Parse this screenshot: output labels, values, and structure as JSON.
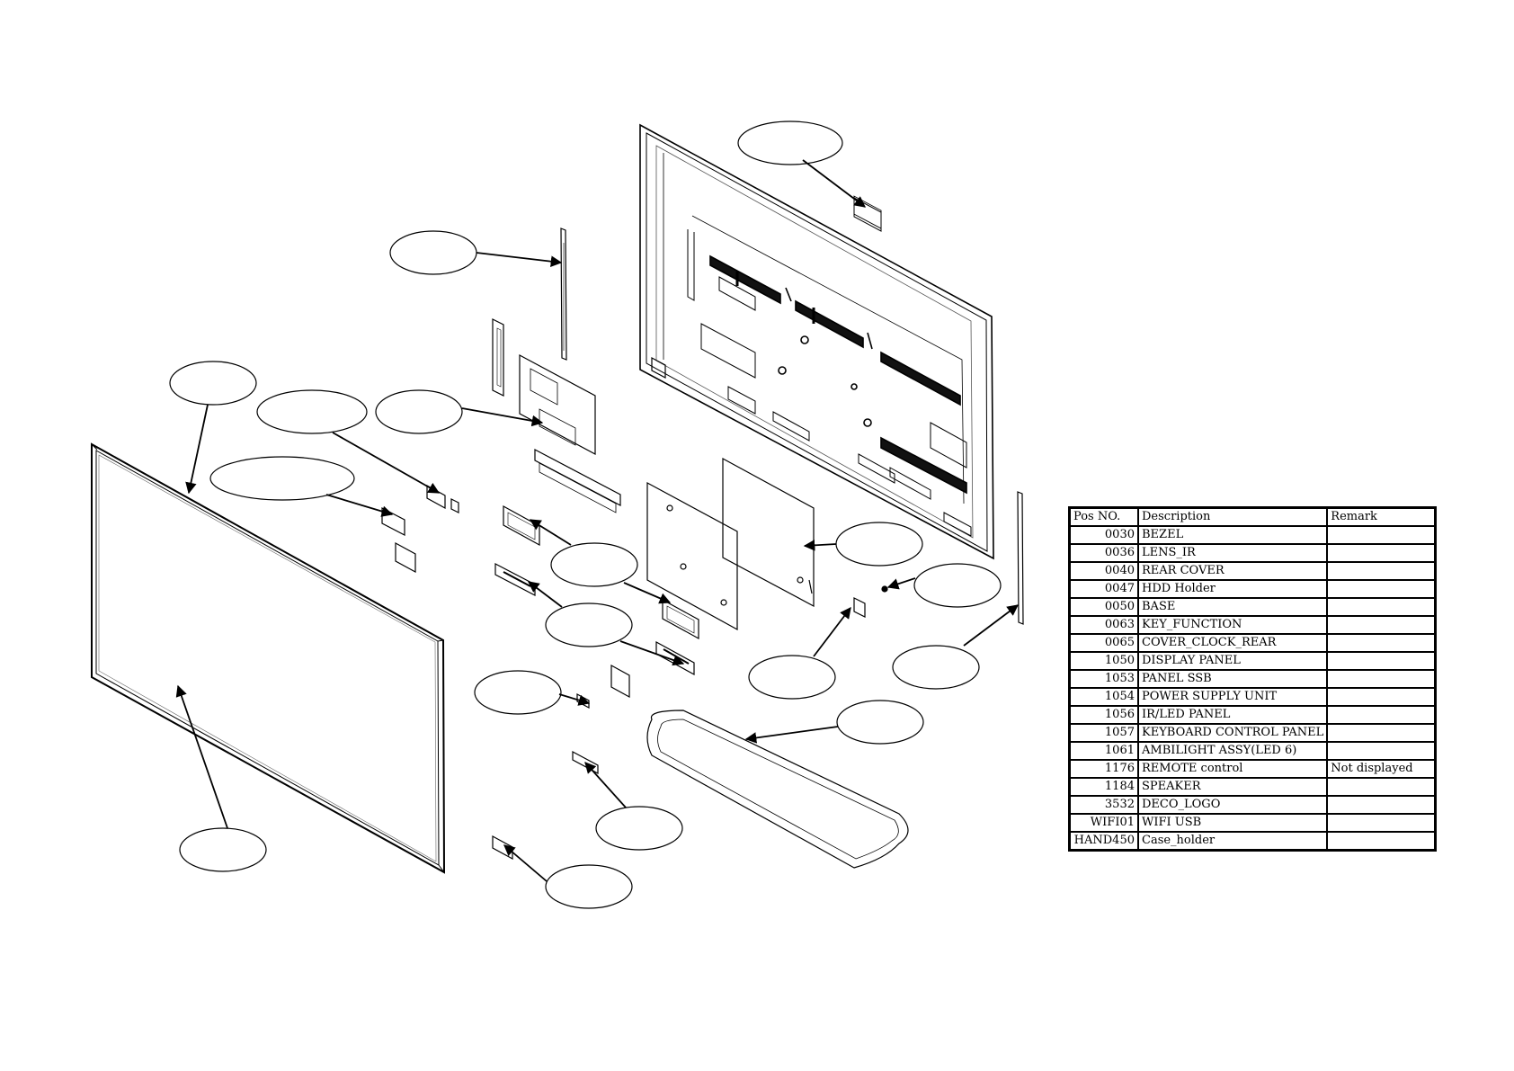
{
  "table": {
    "headers": {
      "pos": "Pos NO.",
      "description": "Description",
      "remark": "Remark"
    },
    "rows": [
      {
        "pos": "0030",
        "description": "BEZEL",
        "remark": ""
      },
      {
        "pos": "0036",
        "description": "LENS_IR",
        "remark": ""
      },
      {
        "pos": "0040",
        "description": "REAR COVER",
        "remark": ""
      },
      {
        "pos": "0047",
        "description": "HDD Holder",
        "remark": ""
      },
      {
        "pos": "0050",
        "description": "BASE",
        "remark": ""
      },
      {
        "pos": "0063",
        "description": "KEY_FUNCTION",
        "remark": ""
      },
      {
        "pos": "0065",
        "description": "COVER_CLOCK_REAR",
        "remark": ""
      },
      {
        "pos": "1050",
        "description": "DISPLAY PANEL",
        "remark": ""
      },
      {
        "pos": "1053",
        "description": "PANEL SSB",
        "remark": ""
      },
      {
        "pos": "1054",
        "description": "POWER SUPPLY UNIT",
        "remark": ""
      },
      {
        "pos": "1056",
        "description": "IR/LED PANEL",
        "remark": ""
      },
      {
        "pos": "1057",
        "description": "KEYBOARD CONTROL PANEL",
        "remark": ""
      },
      {
        "pos": "1061",
        "description": "AMBILIGHT ASSY(LED 6)",
        "remark": ""
      },
      {
        "pos": "1176",
        "description": "REMOTE control",
        "remark": "Not displayed"
      },
      {
        "pos": "1184",
        "description": "SPEAKER",
        "remark": ""
      },
      {
        "pos": "3532",
        "description": "DECO_LOGO",
        "remark": ""
      },
      {
        "pos": "WIFI01",
        "description": "WIFI USB",
        "remark": ""
      },
      {
        "pos": "HAND450",
        "description": "Case_holder",
        "remark": ""
      }
    ]
  },
  "colors": {
    "line": "#000000",
    "light_line": "#555555",
    "fill": "#111111"
  }
}
